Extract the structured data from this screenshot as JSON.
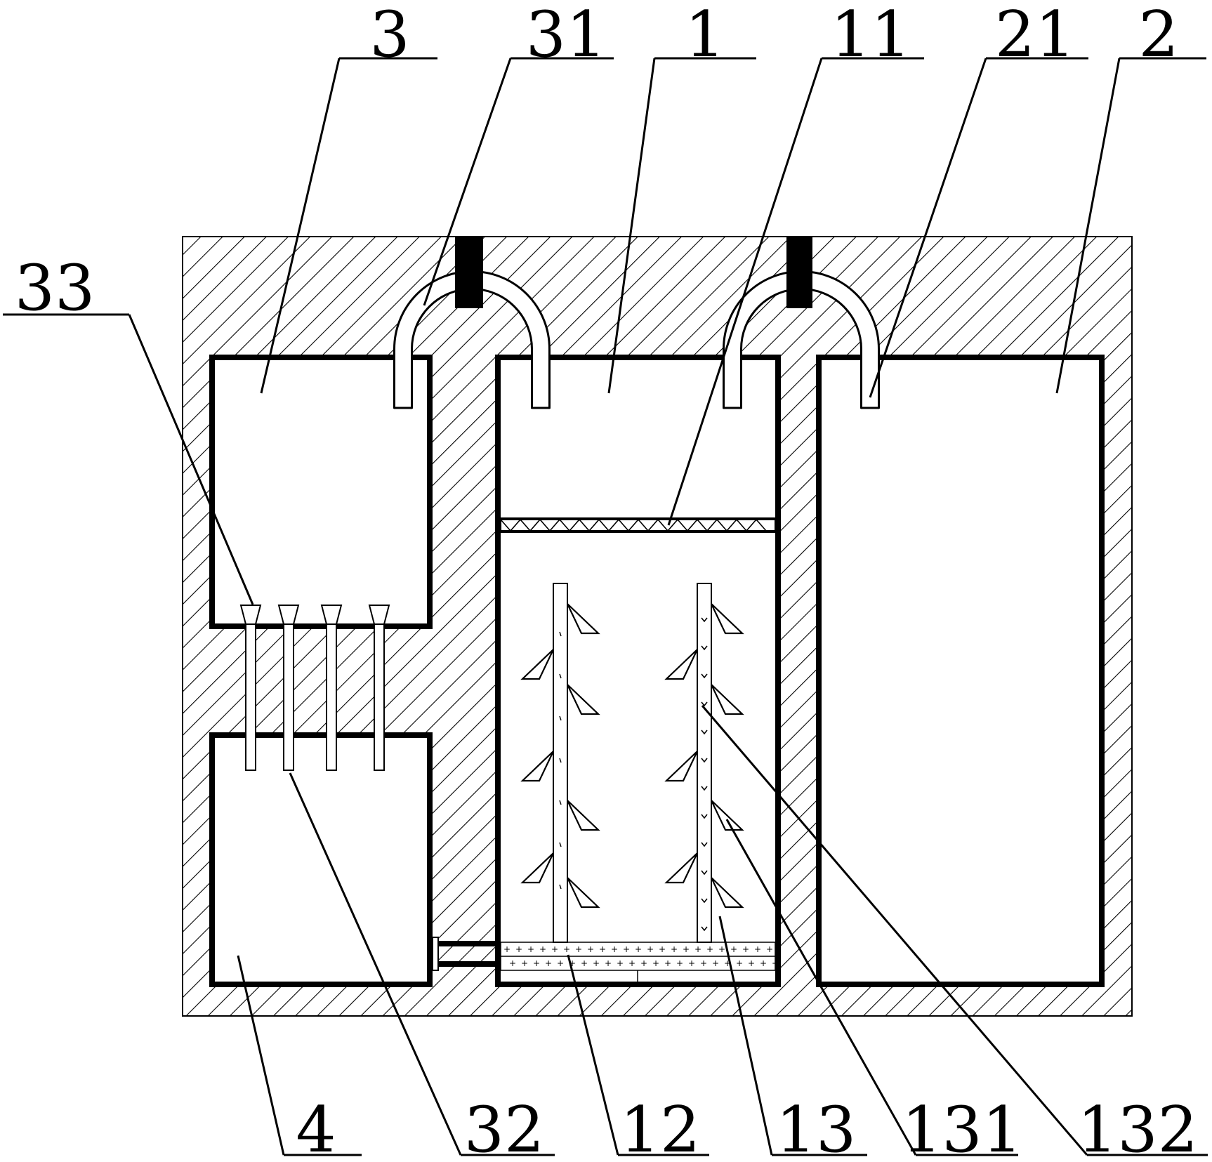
{
  "labels": {
    "l3": "3",
    "l31": "31",
    "l1": "1",
    "l11": "11",
    "l21": "21",
    "l2": "2",
    "l33": "33",
    "l4": "4",
    "l32": "32",
    "l12": "12",
    "l13": "13",
    "l131": "131",
    "l132": "132"
  },
  "colors": {
    "ink": "#000000",
    "paper": "#ffffff"
  }
}
